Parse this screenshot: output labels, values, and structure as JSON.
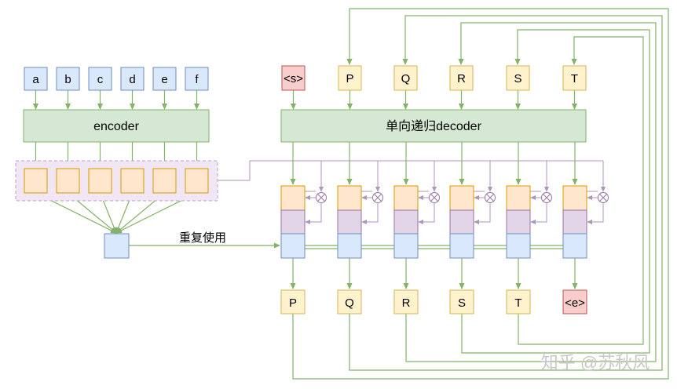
{
  "colors": {
    "blue_fill": "#dae8fc",
    "blue_stroke": "#6c8ebf",
    "green_fill": "#d5e8d4",
    "green_stroke": "#82b366",
    "orange_fill": "#ffe6cc",
    "orange_stroke": "#d79b00",
    "purple_fill": "#e1d5e7",
    "purple_stroke": "#9673a6",
    "yellow_fill": "#fff2cc",
    "yellow_stroke": "#d6b656",
    "red_fill": "#f8cecc",
    "red_stroke": "#b85450",
    "group_fill": "#f0e6f4"
  },
  "inputs": [
    "a",
    "b",
    "c",
    "d",
    "e",
    "f"
  ],
  "encoder": {
    "label": "encoder"
  },
  "decoder": {
    "label": "单向递归decoder"
  },
  "decoder_inputs": [
    "<s>",
    "P",
    "Q",
    "R",
    "S",
    "T"
  ],
  "decoder_outputs": [
    "P",
    "Q",
    "R",
    "S",
    "T",
    "<e>"
  ],
  "reuse_label": "重复使用",
  "watermark": "知乎 @苏秋风"
}
